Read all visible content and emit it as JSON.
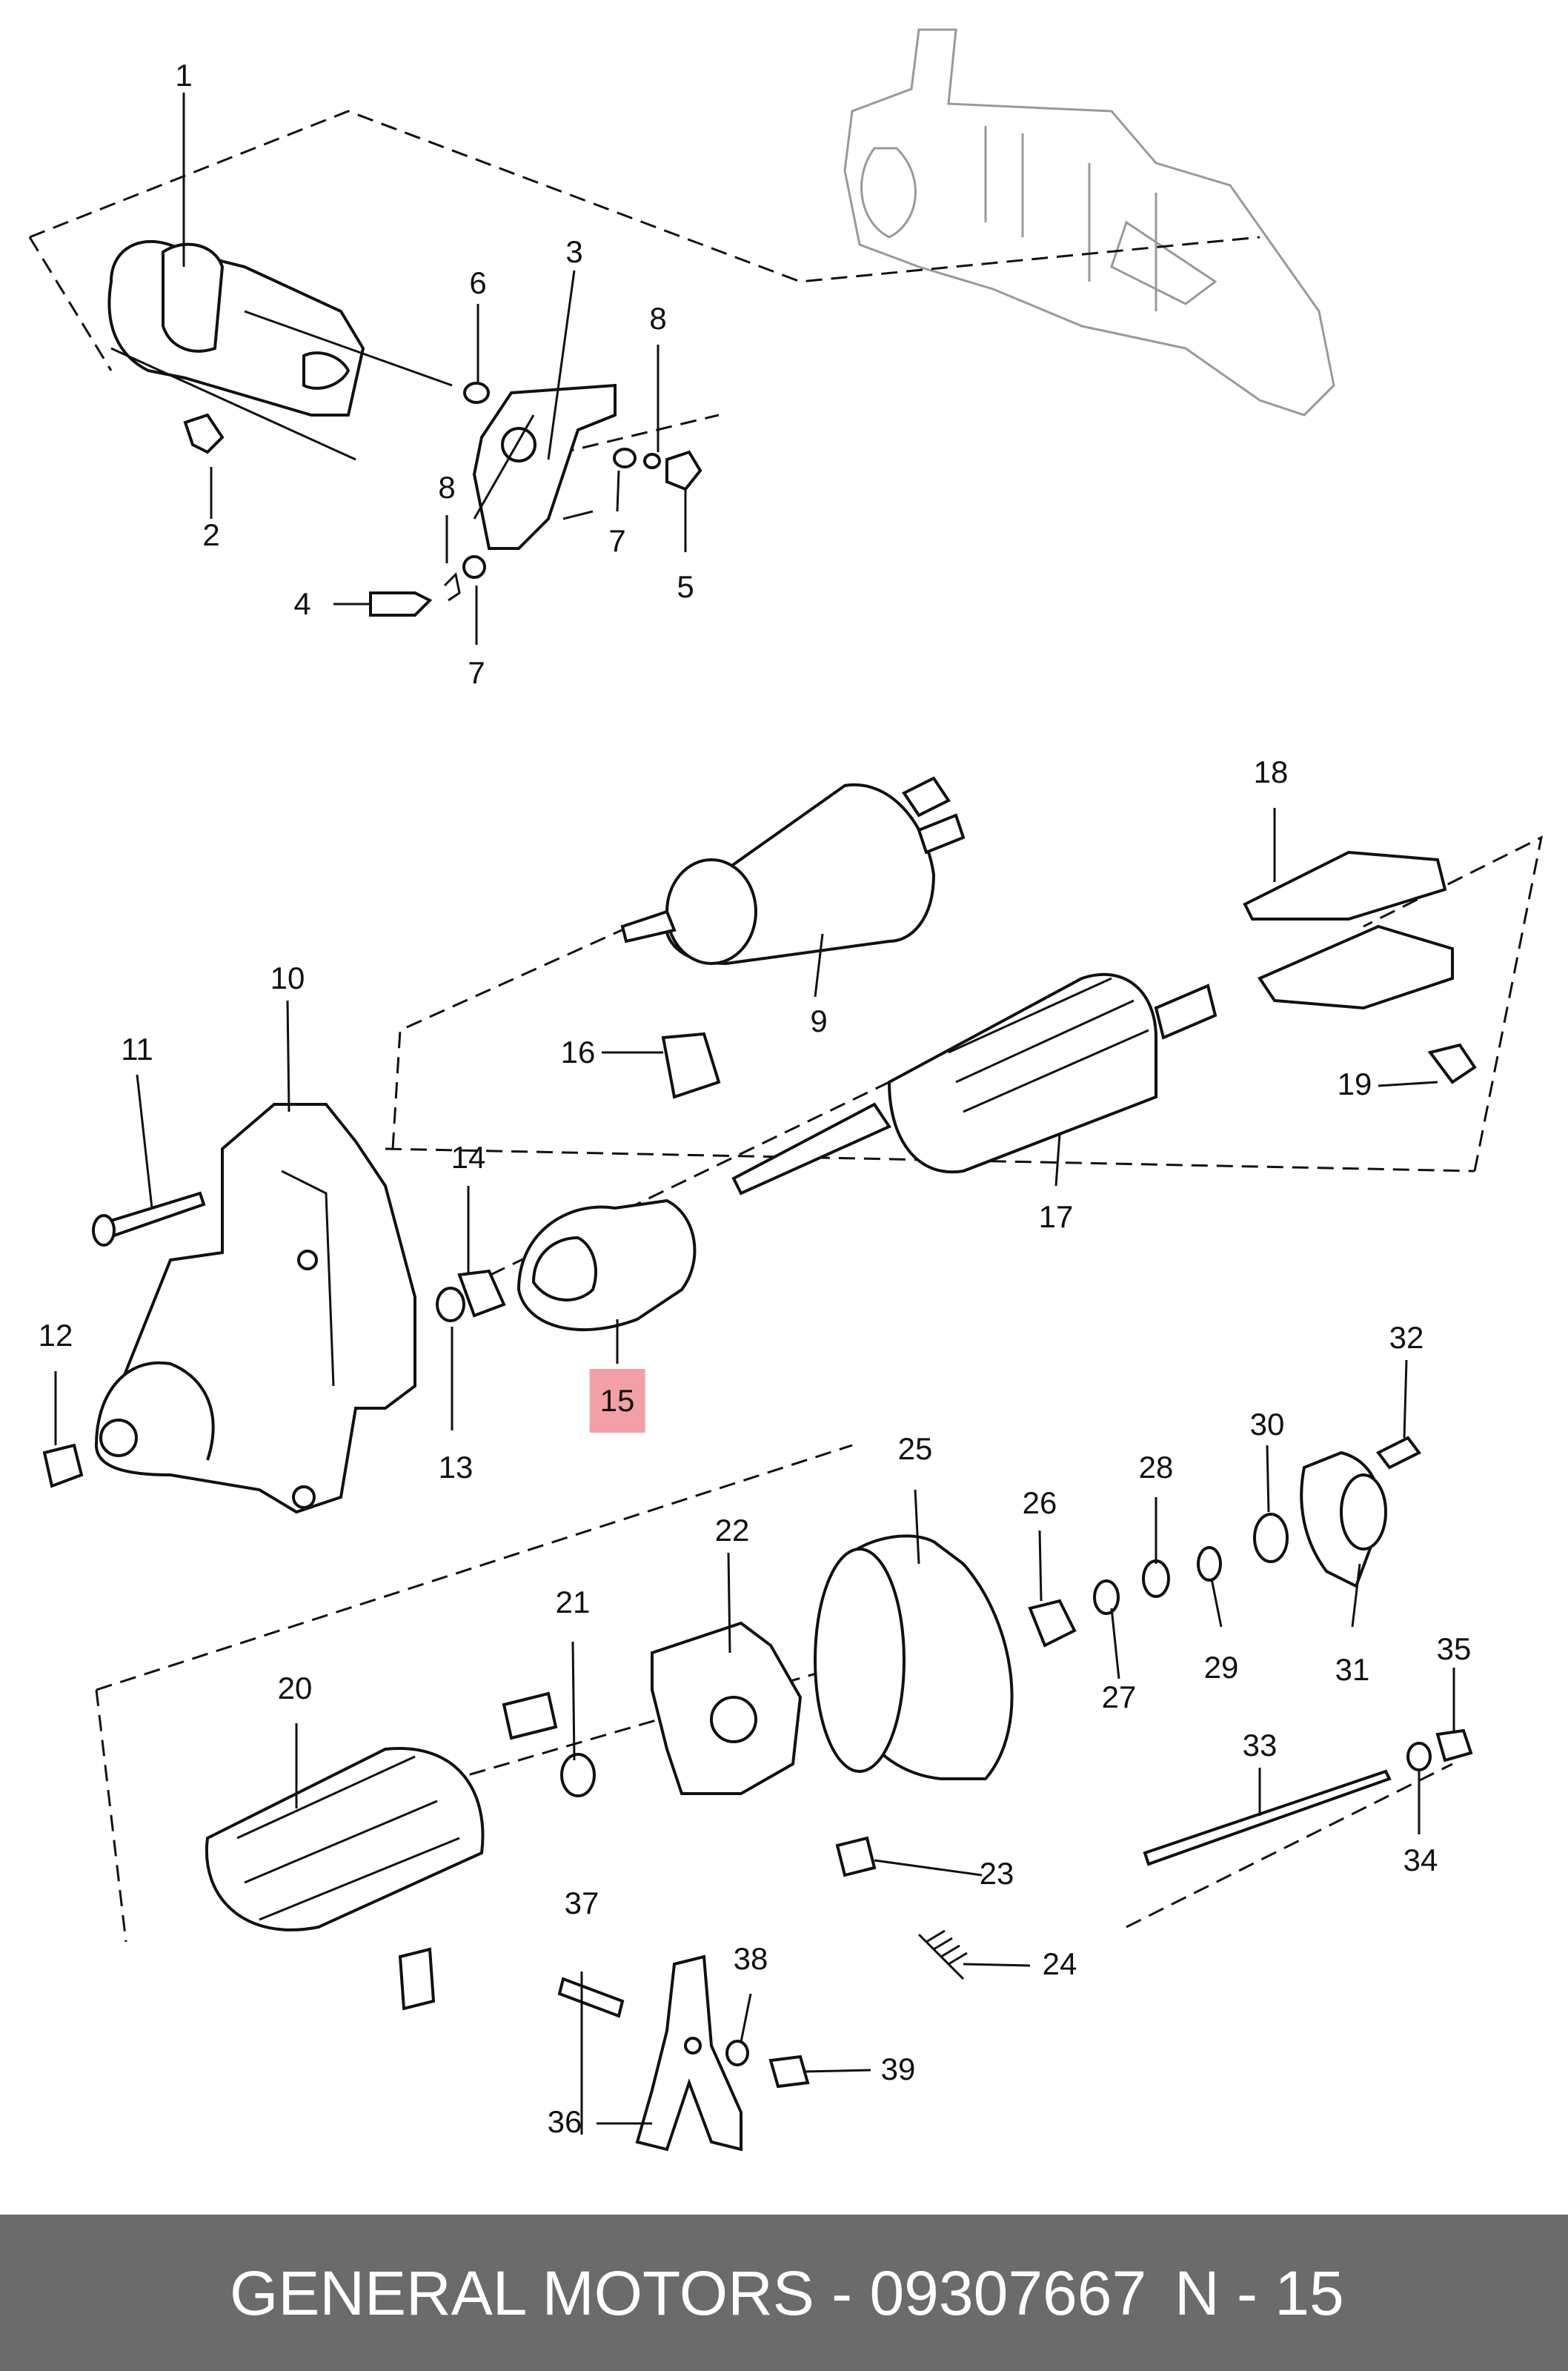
{
  "callouts": [
    {
      "id": "c1",
      "label": "1"
    },
    {
      "id": "c2",
      "label": "2"
    },
    {
      "id": "c3",
      "label": "3"
    },
    {
      "id": "c4",
      "label": "4"
    },
    {
      "id": "c5",
      "label": "5"
    },
    {
      "id": "c6",
      "label": "6"
    },
    {
      "id": "c7a",
      "label": "7"
    },
    {
      "id": "c7b",
      "label": "7"
    },
    {
      "id": "c8a",
      "label": "8"
    },
    {
      "id": "c8b",
      "label": "8"
    },
    {
      "id": "c9",
      "label": "9"
    },
    {
      "id": "c10",
      "label": "10"
    },
    {
      "id": "c11",
      "label": "11"
    },
    {
      "id": "c12",
      "label": "12"
    },
    {
      "id": "c13",
      "label": "13"
    },
    {
      "id": "c14",
      "label": "14"
    },
    {
      "id": "c15",
      "label": "15",
      "highlighted": true
    },
    {
      "id": "c16",
      "label": "16"
    },
    {
      "id": "c17",
      "label": "17"
    },
    {
      "id": "c18",
      "label": "18"
    },
    {
      "id": "c19",
      "label": "19"
    },
    {
      "id": "c20",
      "label": "20"
    },
    {
      "id": "c21",
      "label": "21"
    },
    {
      "id": "c22",
      "label": "22"
    },
    {
      "id": "c23",
      "label": "23"
    },
    {
      "id": "c24",
      "label": "24"
    },
    {
      "id": "c25",
      "label": "25"
    },
    {
      "id": "c26",
      "label": "26"
    },
    {
      "id": "c27",
      "label": "27"
    },
    {
      "id": "c28",
      "label": "28"
    },
    {
      "id": "c29",
      "label": "29"
    },
    {
      "id": "c30",
      "label": "30"
    },
    {
      "id": "c31",
      "label": "31"
    },
    {
      "id": "c32",
      "label": "32"
    },
    {
      "id": "c33",
      "label": "33"
    },
    {
      "id": "c34",
      "label": "34"
    },
    {
      "id": "c35",
      "label": "35"
    },
    {
      "id": "c36",
      "label": "36"
    },
    {
      "id": "c37",
      "label": "37"
    },
    {
      "id": "c38",
      "label": "38"
    },
    {
      "id": "c39",
      "label": "39"
    }
  ],
  "footer": {
    "brand_part": "GENERAL MOTORS - 09307667",
    "page": "N - 15"
  },
  "colors": {
    "highlight": "#f2a0a6",
    "footer_bg": "#6b6b6b",
    "line": "#111111"
  }
}
